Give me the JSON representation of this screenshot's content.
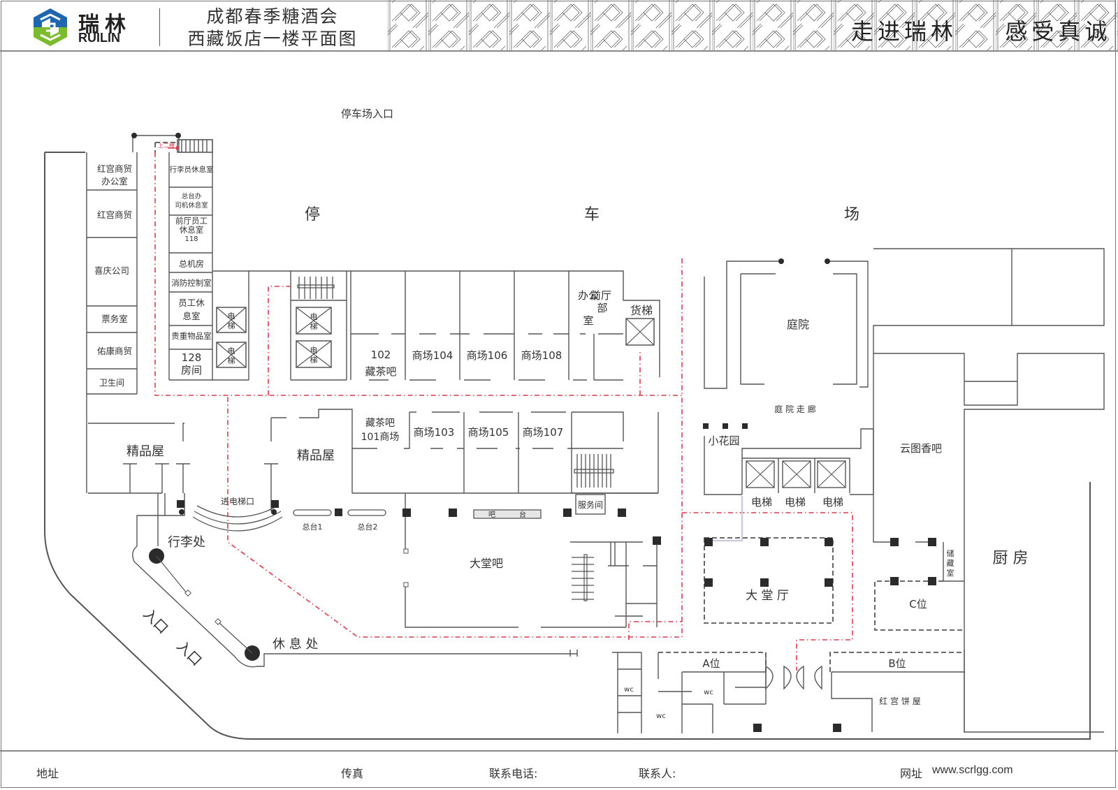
{
  "header": {
    "brand_cn": "瑞林",
    "brand_en": "RUILIN",
    "title_line1": "成都春季糖酒会",
    "title_line2": "西藏饭店一楼平面图",
    "slogan_left": "走进瑞林",
    "slogan_right": "感受真诚",
    "colors": {
      "logo_blue": "#1f66b0",
      "logo_green": "#7bbb2e",
      "route_red": "#d93b4a"
    }
  },
  "plan": {
    "parking_entrance": "停车场入口",
    "parking_chars": [
      "停",
      "车",
      "场"
    ],
    "upstairs_hint": "上二楼",
    "left_column": [
      "红宫商贸办公室",
      "红宫商贸",
      "喜庆公司",
      "票务室",
      "佑康商贸",
      "卫生间"
    ],
    "left_column_split": {
      "office_line1": "红宫商贸",
      "office_line2": "办公室"
    },
    "staff_rooms": {
      "luggage_staff": "行李员休息室",
      "driver_rest_l1": "总台办",
      "driver_rest_l2": "司机休息室",
      "front_staff_l1": "前厅员工",
      "front_staff_l2": "休息室",
      "front_staff_l3": "118",
      "switchboard": "总机房",
      "fire_control": "消防控制室",
      "staff_rest_l1": "员工休",
      "staff_rest_l2": "息室",
      "valuables": "贵重物品室",
      "room128_l1": "128",
      "room128_l2": "房间"
    },
    "elevator_char_1": "电",
    "elevator_char_2": "梯",
    "north_shops": {
      "shop102_l1": "102",
      "shop102_l2": "藏茶吧",
      "shop104": "商场104",
      "shop106": "商场106",
      "shop108": "商场108",
      "front_office_c1": "前厅",
      "front_office_c2": "部",
      "front_office_c3": "办公",
      "front_office_c4": "室",
      "freight_elevator": "货梯"
    },
    "south_shops": {
      "boutique_left": "精品屋",
      "boutique_mid": "精品屋",
      "shop101_l1": "藏茶吧",
      "shop101_l2": "101商场",
      "shop103": "商场103",
      "shop105": "商场105",
      "shop107": "商场107",
      "service_room": "服务间"
    },
    "lobby": {
      "elevator_entrance": "进电梯口",
      "front_desk_1": "总台1",
      "front_desk_2": "总台2",
      "bar_counter_c1": "吧",
      "bar_counter_c2": "台",
      "lobby_bar": "大堂吧",
      "luggage": "行李处",
      "entrance_1": "入口",
      "entrance_2": "入口",
      "rest_area": "休 息 处"
    },
    "east": {
      "courtyard": "庭院",
      "courtyard_corridor": "庭 院 走 廊",
      "small_garden": "小花园",
      "elevators": [
        "电梯",
        "电梯",
        "电梯"
      ],
      "incense_bar": "云图香吧",
      "lobby_hall": "大 堂 厅",
      "storage_c1": "储",
      "storage_c2": "藏",
      "storage_c3": "室",
      "kitchen": "厨 房",
      "booth_c": "C位",
      "booth_a": "A位",
      "booth_b": "B位",
      "wc": [
        "wc",
        "wc",
        "wc"
      ],
      "cake_house": "红 宫 饼 屋"
    }
  },
  "footer": {
    "address_label": "地址",
    "fax_label": "传真",
    "phone_label": "联系电话:",
    "contact_label": "联系人:",
    "website_label": "网址",
    "website_value": "www.scrlgg.com"
  }
}
